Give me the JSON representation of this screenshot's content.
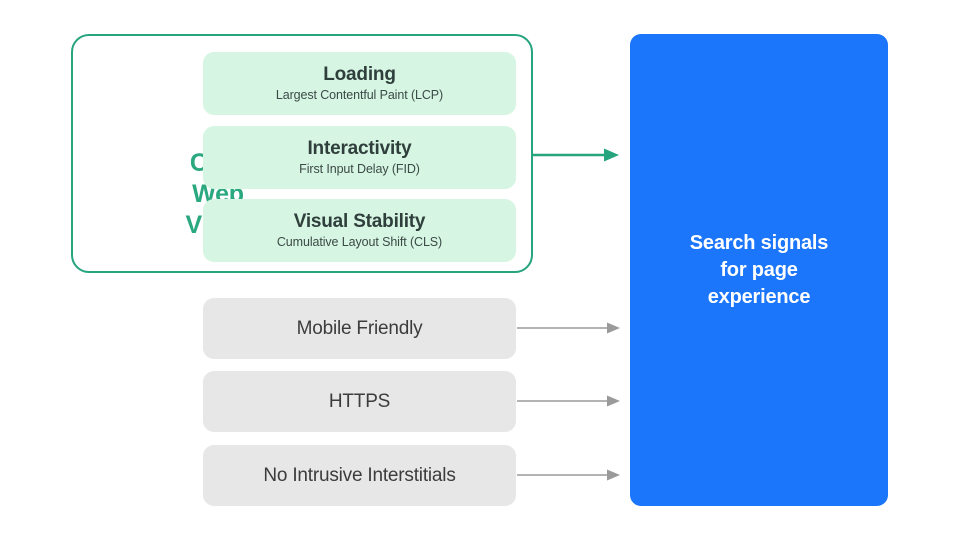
{
  "diagram": {
    "title": "Search signals for page experience",
    "colors": {
      "core_web_vitals_border": "#25a47e",
      "core_web_vitals_label": "#2aa87f",
      "vital_card_bg": "#d7f5e3",
      "gray_box_bg": "#e7e7e8",
      "blue_panel_bg": "#1b76fb",
      "green_arrow": "#25a47e",
      "gray_arrow": "#9a9a9a",
      "dark_text": "#2f3f3c",
      "white_text": "#ffffff"
    }
  },
  "core_web_vitals": {
    "label_lines": [
      "Core",
      "Web",
      "Vitals"
    ],
    "label_text": "Core Web Vitals",
    "cards": [
      {
        "title": "Loading",
        "subtitle": "Largest Contentful Paint (LCP)"
      },
      {
        "title": "Interactivity",
        "subtitle": "First Input Delay (FID)"
      },
      {
        "title": "Visual Stability",
        "subtitle": "Cumulative Layout Shift (CLS)"
      }
    ]
  },
  "other_signals": [
    {
      "label": "Mobile Friendly"
    },
    {
      "label": "HTTPS"
    },
    {
      "label": "No Intrusive Interstitials"
    }
  ],
  "outcome": {
    "lines": [
      "Search signals",
      "for page",
      "experience"
    ],
    "text": "Search signals for page experience"
  },
  "arrows": [
    {
      "name": "core-web-vitals-to-outcome",
      "style": "green",
      "from": "core-web-vitals-container",
      "to": "outcome-panel"
    },
    {
      "name": "mobile-friendly-to-outcome",
      "style": "gray",
      "from": "signal-box-mobile-friendly",
      "to": "outcome-panel"
    },
    {
      "name": "https-to-outcome",
      "style": "gray",
      "from": "signal-box-https",
      "to": "outcome-panel"
    },
    {
      "name": "no-intrusive-interstitials-to-outcome",
      "style": "gray",
      "from": "signal-box-no-intrusive-interstitials",
      "to": "outcome-panel"
    }
  ]
}
